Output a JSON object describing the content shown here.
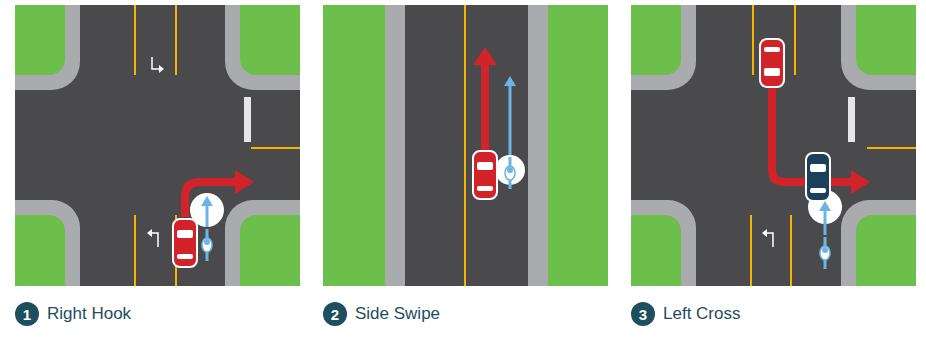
{
  "diagram": {
    "nodes": [
      {
        "text": [
          "1"
        ]
      },
      {
        "text": [
          "2"
        ]
      },
      {
        "text": [
          "3"
        ]
      }
    ],
    "labels": [
      "Right Hook",
      "Side Swipe",
      "Left Cross"
    ]
  }
}
